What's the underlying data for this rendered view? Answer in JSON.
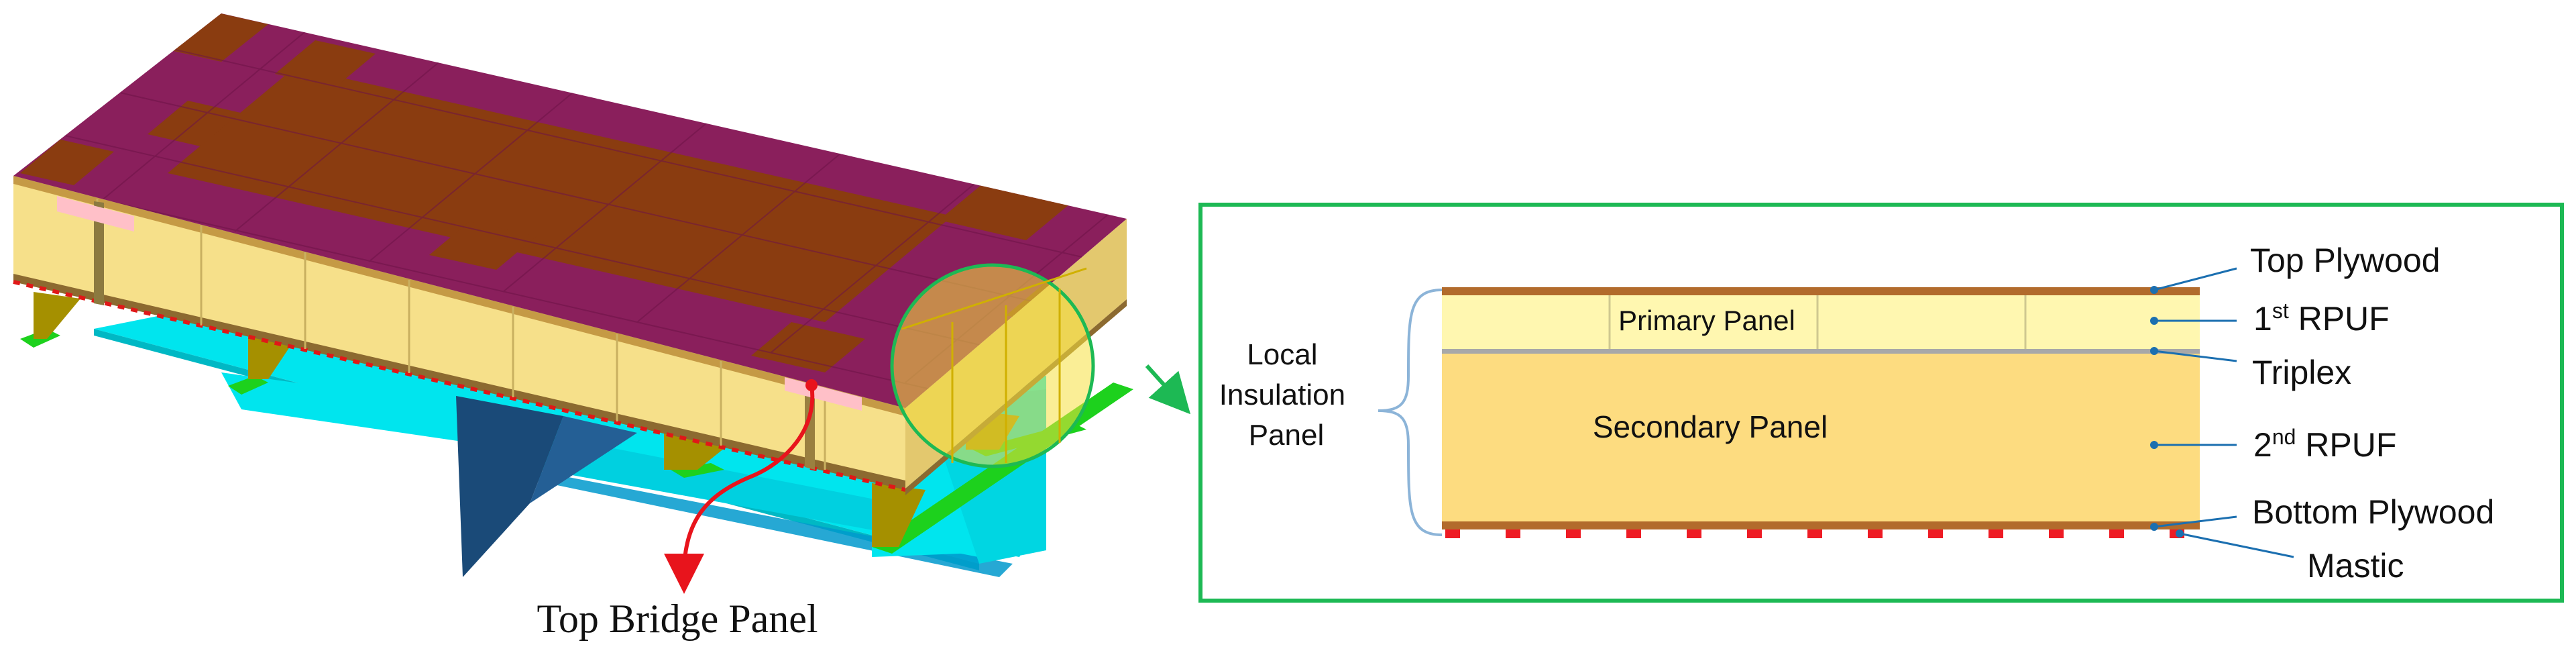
{
  "figure": {
    "left_label": "Top Bridge Panel",
    "detail": {
      "group_label": [
        "Local",
        "Insulation",
        "Panel"
      ],
      "primary_panel": "Primary Panel",
      "secondary_panel": "Secondary Panel",
      "layers": [
        {
          "id": "top-plywood",
          "text": "Top Plywood"
        },
        {
          "id": "first-rpuf",
          "text": "1",
          "sup": "st",
          "rest": " RPUF"
        },
        {
          "id": "triplex",
          "text": "Triplex"
        },
        {
          "id": "second-rpuf",
          "text": "2",
          "sup": "nd",
          "rest": " RPUF"
        },
        {
          "id": "bottom-plywood",
          "text": "Bottom Plywood"
        },
        {
          "id": "mastic",
          "text": "Mastic"
        }
      ]
    },
    "colors": {
      "deck_purple": "#8a1f5c",
      "deck_brown": "#8a3c10",
      "foam_yellow": "#f6e08a",
      "primary_foam": "#fff7b0",
      "secondary_foam": "#fddc80",
      "plywood": "#b26b2c",
      "mastic_red": "#ee1b24",
      "steel_cyan": "#00e5ee",
      "girder_blue": "#1a4a78",
      "olive": "#b7a400",
      "green": "#1dd11d",
      "frame_green": "#1db954",
      "arrow_red": "#e8141c",
      "leader_blue": "#1b6fb0"
    }
  }
}
